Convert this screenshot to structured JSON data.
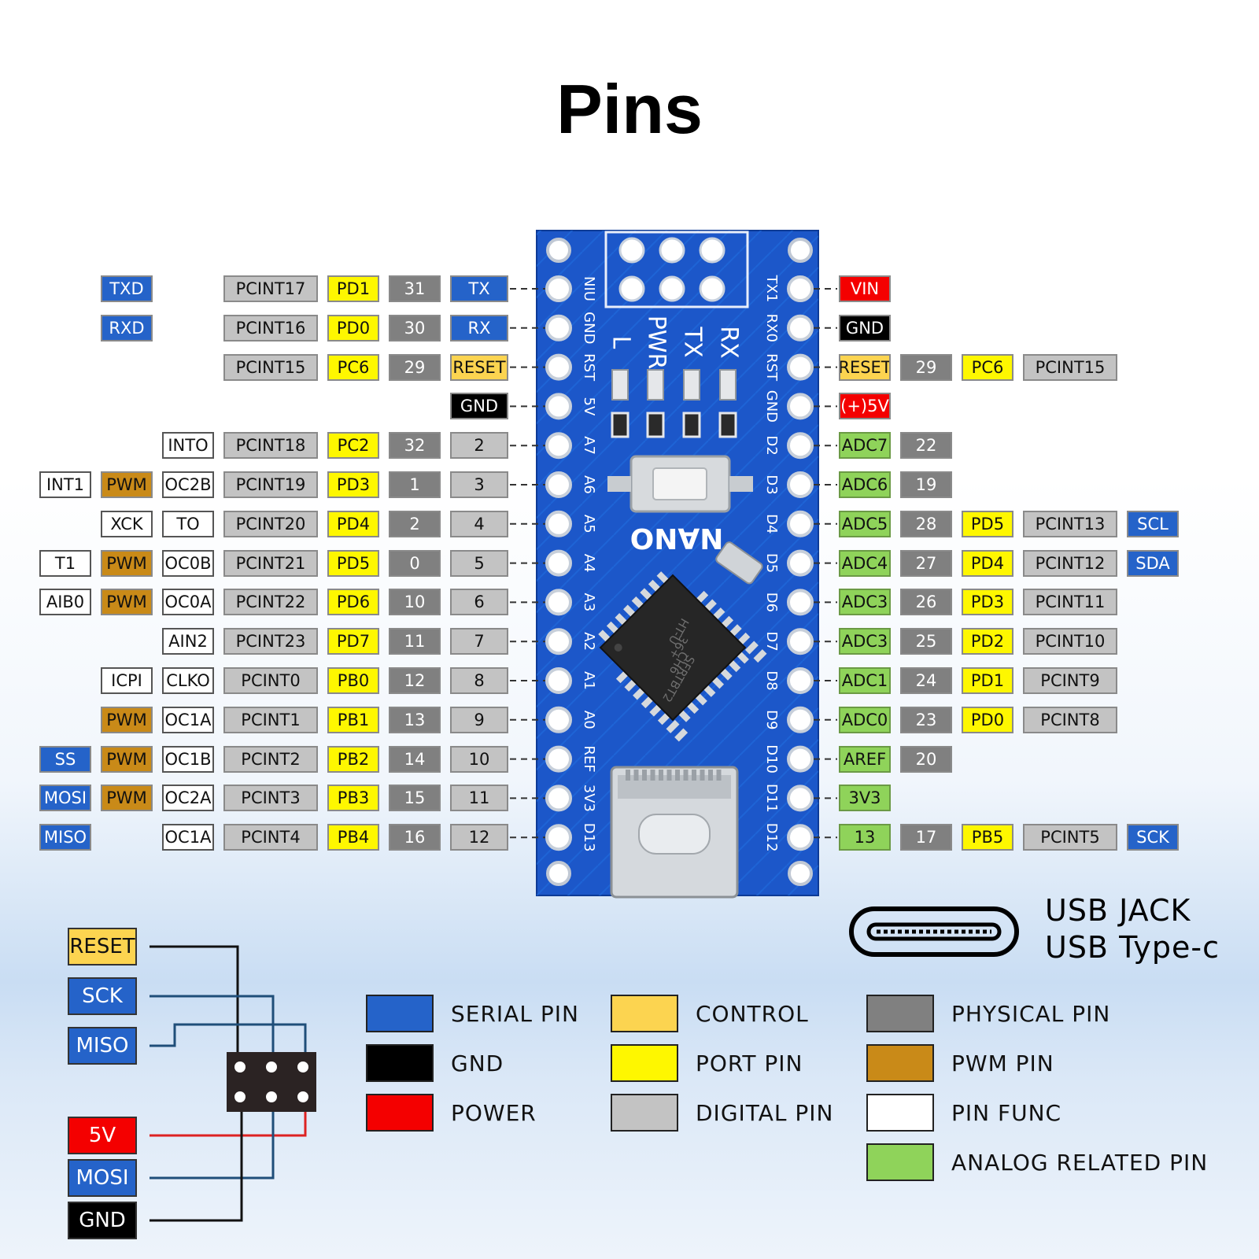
{
  "title": "Pins",
  "colors": {
    "serial": "#2563c9",
    "gnd": "#000000",
    "power": "#f40000",
    "control": "#fcd450",
    "port": "#fef700",
    "digital": "#c3c3c3",
    "physical": "#808080",
    "pwm": "#c98a18",
    "func": "#ffffff",
    "analog": "#8fd35a"
  },
  "left_rows": [
    {
      "cells": {
        "c2": "TXD",
        "c4": "PCINT17",
        "c5": "PD1",
        "c6": "31",
        "c7": "TX"
      },
      "types": {
        "c2": "serial",
        "c4": "digital",
        "c5": "port",
        "c6": "physical",
        "c7": "serial"
      }
    },
    {
      "cells": {
        "c2": "RXD",
        "c4": "PCINT16",
        "c5": "PD0",
        "c6": "30",
        "c7": "RX"
      },
      "types": {
        "c2": "serial",
        "c4": "digital",
        "c5": "port",
        "c6": "physical",
        "c7": "serial"
      }
    },
    {
      "cells": {
        "c4": "PCINT15",
        "c5": "PC6",
        "c6": "29",
        "c7": "RESET"
      },
      "types": {
        "c4": "digital",
        "c5": "port",
        "c6": "physical",
        "c7": "control"
      }
    },
    {
      "cells": {
        "c7": "GND"
      },
      "types": {
        "c7": "gnd"
      }
    },
    {
      "cells": {
        "c3": "INTO",
        "c4": "PCINT18",
        "c5": "PC2",
        "c6": "32",
        "c7": "2"
      },
      "types": {
        "c3": "func",
        "c4": "digital",
        "c5": "port",
        "c6": "physical",
        "c7": "digital"
      }
    },
    {
      "cells": {
        "c1": "INT1",
        "c2": "PWM",
        "c3": "OC2B",
        "c4": "PCINT19",
        "c5": "PD3",
        "c6": "1",
        "c7": "3"
      },
      "types": {
        "c1": "func",
        "c2": "pwm",
        "c3": "func",
        "c4": "digital",
        "c5": "port",
        "c6": "physical",
        "c7": "digital"
      }
    },
    {
      "cells": {
        "c2": "XCK",
        "c3": "TO",
        "c4": "PCINT20",
        "c5": "PD4",
        "c6": "2",
        "c7": "4"
      },
      "types": {
        "c2": "func",
        "c3": "func",
        "c4": "digital",
        "c5": "port",
        "c6": "physical",
        "c7": "digital"
      }
    },
    {
      "cells": {
        "c1": "T1",
        "c2": "PWM",
        "c3": "OC0B",
        "c4": "PCINT21",
        "c5": "PD5",
        "c6": "0",
        "c7": "5"
      },
      "types": {
        "c1": "func",
        "c2": "pwm",
        "c3": "func",
        "c4": "digital",
        "c5": "port",
        "c6": "physical",
        "c7": "digital"
      }
    },
    {
      "cells": {
        "c1": "AIB0",
        "c2": "PWM",
        "c3": "OC0A",
        "c4": "PCINT22",
        "c5": "PD6",
        "c6": "10",
        "c7": "6"
      },
      "types": {
        "c1": "func",
        "c2": "pwm",
        "c3": "func",
        "c4": "digital",
        "c5": "port",
        "c6": "physical",
        "c7": "digital"
      }
    },
    {
      "cells": {
        "c3": "AIN2",
        "c4": "PCINT23",
        "c5": "PD7",
        "c6": "11",
        "c7": "7"
      },
      "types": {
        "c3": "func",
        "c4": "digital",
        "c5": "port",
        "c6": "physical",
        "c7": "digital"
      }
    },
    {
      "cells": {
        "c2": "ICPI",
        "c3": "CLKO",
        "c4": "PCINT0",
        "c5": "PB0",
        "c6": "12",
        "c7": "8"
      },
      "types": {
        "c2": "func",
        "c3": "func",
        "c4": "digital",
        "c5": "port",
        "c6": "physical",
        "c7": "digital"
      }
    },
    {
      "cells": {
        "c2": "PWM",
        "c3": "OC1A",
        "c4": "PCINT1",
        "c5": "PB1",
        "c6": "13",
        "c7": "9"
      },
      "types": {
        "c2": "pwm",
        "c3": "func",
        "c4": "digital",
        "c5": "port",
        "c6": "physical",
        "c7": "digital"
      }
    },
    {
      "cells": {
        "c1": "SS",
        "c2": "PWM",
        "c3": "OC1B",
        "c4": "PCINT2",
        "c5": "PB2",
        "c6": "14",
        "c7": "10"
      },
      "types": {
        "c1": "serial",
        "c2": "pwm",
        "c3": "func",
        "c4": "digital",
        "c5": "port",
        "c6": "physical",
        "c7": "digital"
      }
    },
    {
      "cells": {
        "c1": "MOSI",
        "c2": "PWM",
        "c3": "OC2A",
        "c4": "PCINT3",
        "c5": "PB3",
        "c6": "15",
        "c7": "11"
      },
      "types": {
        "c1": "serial",
        "c2": "pwm",
        "c3": "func",
        "c4": "digital",
        "c5": "port",
        "c6": "physical",
        "c7": "digital"
      }
    },
    {
      "cells": {
        "c1": "MISO",
        "c3": "OC1A",
        "c4": "PCINT4",
        "c5": "PB4",
        "c6": "16",
        "c7": "12"
      },
      "types": {
        "c1": "serial",
        "c3": "func",
        "c4": "digital",
        "c5": "port",
        "c6": "physical",
        "c7": "digital"
      }
    }
  ],
  "right_rows": [
    {
      "cells": {
        "r1": "VIN"
      },
      "types": {
        "r1": "power"
      }
    },
    {
      "cells": {
        "r1": "GND"
      },
      "types": {
        "r1": "gnd"
      }
    },
    {
      "cells": {
        "r1": "RESET",
        "r2": "29",
        "r3": "PC6",
        "r4": "PCINT15"
      },
      "types": {
        "r1": "control",
        "r2": "physical",
        "r3": "port",
        "r4": "digital"
      }
    },
    {
      "cells": {
        "r1": "(+)5V"
      },
      "types": {
        "r1": "power"
      }
    },
    {
      "cells": {
        "r1": "ADC7",
        "r2": "22"
      },
      "types": {
        "r1": "analog",
        "r2": "physical"
      }
    },
    {
      "cells": {
        "r1": "ADC6",
        "r2": "19"
      },
      "types": {
        "r1": "analog",
        "r2": "physical"
      }
    },
    {
      "cells": {
        "r1": "ADC5",
        "r2": "28",
        "r3": "PD5",
        "r4": "PCINT13",
        "r5": "SCL"
      },
      "types": {
        "r1": "analog",
        "r2": "physical",
        "r3": "port",
        "r4": "digital",
        "r5": "serial"
      }
    },
    {
      "cells": {
        "r1": "ADC4",
        "r2": "27",
        "r3": "PD4",
        "r4": "PCINT12",
        "r5": "SDA"
      },
      "types": {
        "r1": "analog",
        "r2": "physical",
        "r3": "port",
        "r4": "digital",
        "r5": "serial"
      }
    },
    {
      "cells": {
        "r1": "ADC3",
        "r2": "26",
        "r3": "PD3",
        "r4": "PCINT11"
      },
      "types": {
        "r1": "analog",
        "r2": "physical",
        "r3": "port",
        "r4": "digital"
      }
    },
    {
      "cells": {
        "r1": "ADC3",
        "r2": "25",
        "r3": "PD2",
        "r4": "PCINT10"
      },
      "types": {
        "r1": "analog",
        "r2": "physical",
        "r3": "port",
        "r4": "digital"
      }
    },
    {
      "cells": {
        "r1": "ADC1",
        "r2": "24",
        "r3": "PD1",
        "r4": "PCINT9"
      },
      "types": {
        "r1": "analog",
        "r2": "physical",
        "r3": "port",
        "r4": "digital"
      }
    },
    {
      "cells": {
        "r1": "ADC0",
        "r2": "23",
        "r3": "PD0",
        "r4": "PCINT8"
      },
      "types": {
        "r1": "analog",
        "r2": "physical",
        "r3": "port",
        "r4": "digital"
      }
    },
    {
      "cells": {
        "r1": "AREF",
        "r2": "20"
      },
      "types": {
        "r1": "analog",
        "r2": "physical"
      }
    },
    {
      "cells": {
        "r1": "3V3"
      },
      "types": {
        "r1": "analog"
      }
    },
    {
      "cells": {
        "r1": "13",
        "r2": "17",
        "r3": "PB5",
        "r4": "PCINT5",
        "r5": "SCK"
      },
      "types": {
        "r1": "analog",
        "r2": "physical",
        "r3": "port",
        "r4": "digital",
        "r5": "serial"
      }
    }
  ],
  "board": {
    "name": "NANO",
    "left_silk": [
      "NIU",
      "GND",
      "RST",
      "5V",
      "A7",
      "A6",
      "A5",
      "A4",
      "A3",
      "A2",
      "A1",
      "A0",
      "REF",
      "3V3",
      "D13"
    ],
    "right_silk": [
      "TX1",
      "RX0",
      "RST",
      "GND",
      "D2",
      "D3",
      "D4",
      "D5",
      "D6",
      "D7",
      "D8",
      "D9",
      "D10",
      "D11",
      "D12"
    ],
    "led_labels": [
      "L",
      "PWR",
      "TX",
      "RX"
    ],
    "chip_text": [
      "HT-U",
      "36+",
      "CH6",
      "SFRTBT2"
    ]
  },
  "usb": {
    "title": "USB JACK",
    "subtitle": "USB Type-c"
  },
  "icsp": {
    "labels": [
      {
        "text": "RESET",
        "type": "control"
      },
      {
        "text": "SCK",
        "type": "serial"
      },
      {
        "text": "MISO",
        "type": "serial"
      },
      {
        "text": "5V",
        "type": "power"
      },
      {
        "text": "MOSI",
        "type": "serial"
      },
      {
        "text": "GND",
        "type": "gnd"
      }
    ]
  },
  "legend": [
    {
      "label": "SERIAL PIN",
      "type": "serial"
    },
    {
      "label": "CONTROL",
      "type": "control"
    },
    {
      "label": "PHYSICAL PIN",
      "type": "physical"
    },
    {
      "label": "GND",
      "type": "gnd"
    },
    {
      "label": "PORT PIN",
      "type": "port"
    },
    {
      "label": "PWM PIN",
      "type": "pwm"
    },
    {
      "label": "POWER",
      "type": "power"
    },
    {
      "label": "DIGITAL PIN",
      "type": "digital"
    },
    {
      "label": "PIN FUNC",
      "type": "func"
    },
    {
      "label": "ANALOG RELATED PIN",
      "type": "analog"
    }
  ]
}
